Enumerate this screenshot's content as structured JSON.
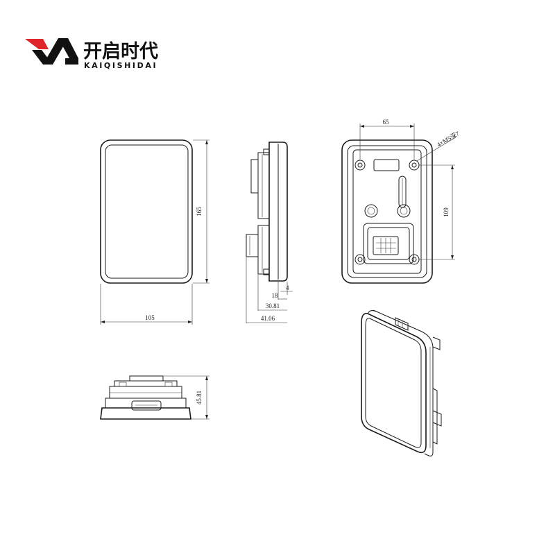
{
  "brand": {
    "name_cn": "开启时代",
    "name_en": "KAIQISHIDAI",
    "colors": {
      "dark": "#111111",
      "accent": "#e0262b"
    }
  },
  "views": {
    "front": {
      "width_label": "105",
      "height_label": "165"
    },
    "side": {
      "d1_label": "4",
      "d2_label": "18",
      "d3_label": "30.81",
      "d4_label": "41.06"
    },
    "back": {
      "width_label": "65",
      "height_label": "109",
      "hole_label": "4×M5深7"
    },
    "bottom": {
      "height_label": "45.81"
    }
  }
}
